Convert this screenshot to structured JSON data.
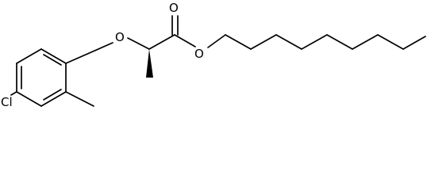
{
  "molecule": {
    "atoms": {
      "chlorine": "Cl",
      "ether_oxygen": "O",
      "carbonyl_oxygen": "O",
      "ester_oxygen": "O"
    },
    "stereo": "wedge",
    "colors": {
      "bond": "#000000",
      "label": "#000000",
      "background": "#ffffff"
    }
  }
}
